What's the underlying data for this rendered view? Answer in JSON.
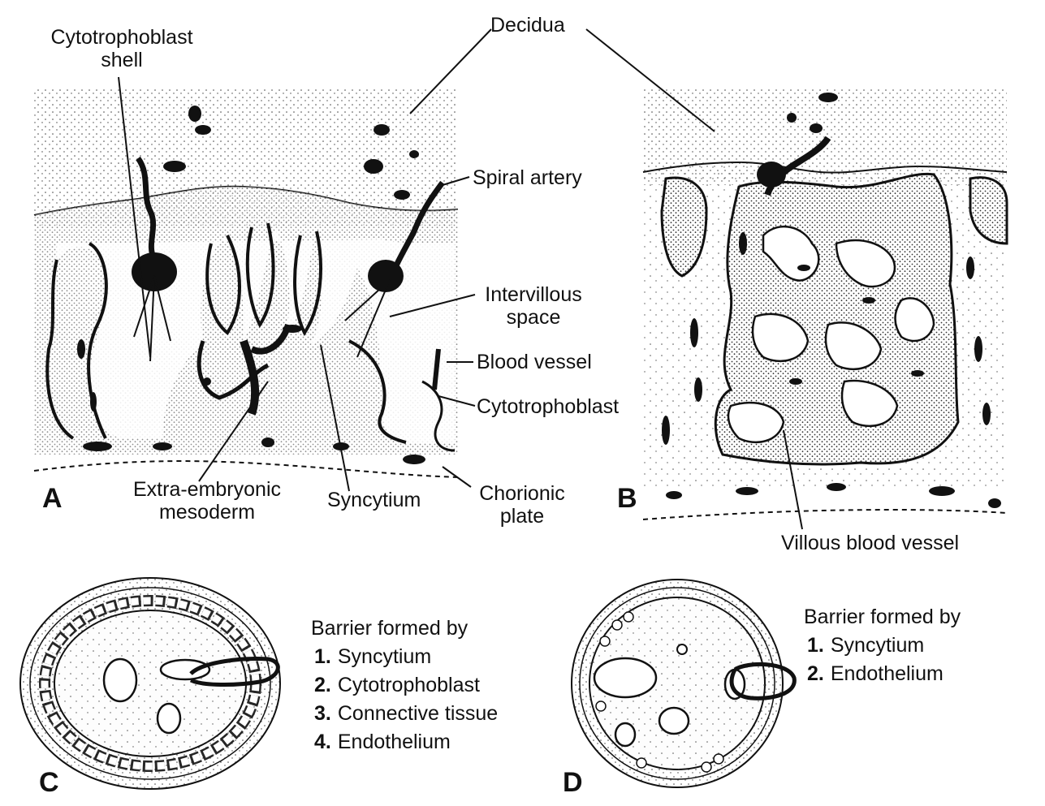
{
  "labels": {
    "cytotrophoblast_shell": [
      "Cytotrophoblast",
      "shell"
    ],
    "decidua": "Decidua",
    "spiral_artery": "Spiral artery",
    "intervillous_space": [
      "Intervillous",
      "space"
    ],
    "blood_vessel": "Blood vessel",
    "cytotrophoblast": "Cytotrophoblast",
    "extra_embryonic_mesoderm": [
      "Extra-embryonic",
      "mesoderm"
    ],
    "syncytium": "Syncytium",
    "chorionic_plate": [
      "Chorionic",
      "plate"
    ],
    "villous_blood_vessel": "Villous blood vessel"
  },
  "panels": {
    "a": "A",
    "b": "B",
    "c": "C",
    "d": "D"
  },
  "barrier_c": {
    "title": "Barrier formed by",
    "items": [
      {
        "num": "1.",
        "text": "Syncytium"
      },
      {
        "num": "2.",
        "text": "Cytotrophoblast"
      },
      {
        "num": "3.",
        "text": "Connective tissue"
      },
      {
        "num": "4.",
        "text": "Endothelium"
      }
    ]
  },
  "barrier_d": {
    "title": "Barrier formed by",
    "items": [
      {
        "num": "1.",
        "text": "Syncytium"
      },
      {
        "num": "2.",
        "text": "Endothelium"
      }
    ]
  },
  "colors": {
    "ink": "#111111",
    "paper": "#ffffff",
    "stipple": "#9a9a9a"
  }
}
